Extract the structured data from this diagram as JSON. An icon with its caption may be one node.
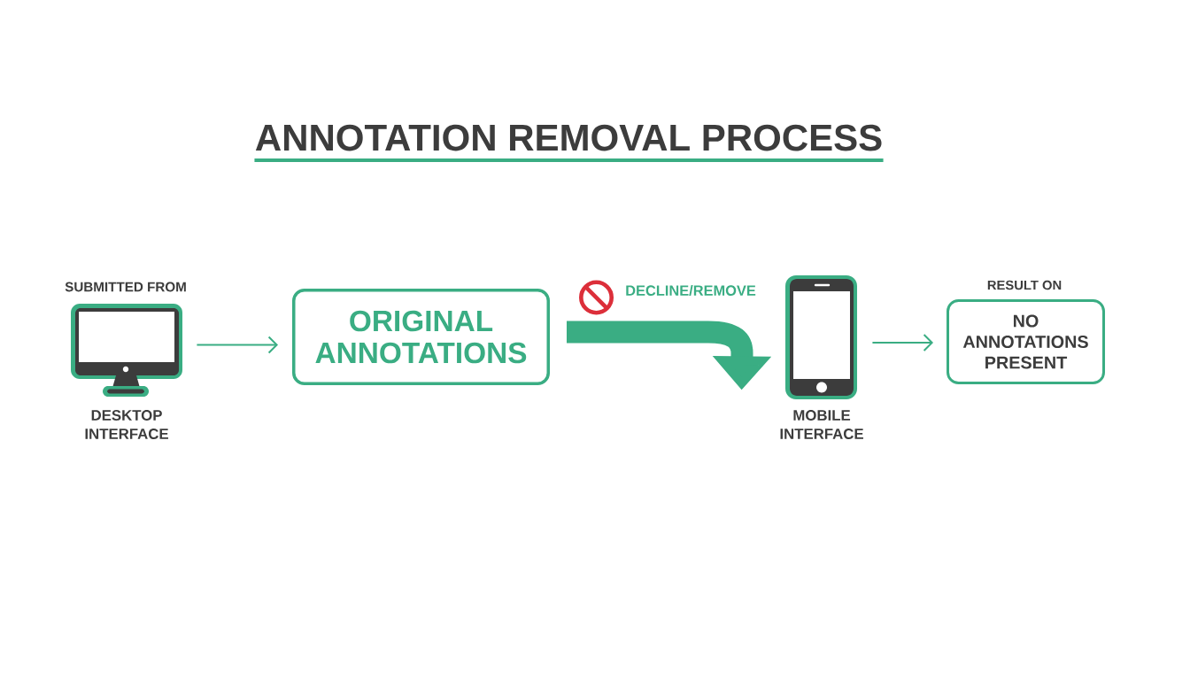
{
  "diagram": {
    "title": "ANNOTATION REMOVAL PROCESS",
    "nodes": [
      {
        "text": [],
        "shape": "picture",
        "beside": [
          "SUBMITTED FROM",
          "DESKTOP INTERFACE"
        ]
      },
      {
        "text": [
          "ORIGINAL ANNOTATIONS"
        ]
      },
      {
        "text": [],
        "shape": "picture",
        "beside": [
          "MOBILE INTERFACE"
        ]
      },
      {
        "text": [
          "RESULT ON",
          "NO ANNOTATIONS PRESENT"
        ]
      }
    ],
    "edges": [
      {
        "from": 0,
        "to": 1,
        "arrow": "to"
      },
      {
        "from": 1,
        "to": 2,
        "arrow": "to",
        "label": "DECLINE/REMOVE",
        "style": "thick"
      },
      {
        "from": 2,
        "to": 3,
        "arrow": "to"
      }
    ]
  }
}
